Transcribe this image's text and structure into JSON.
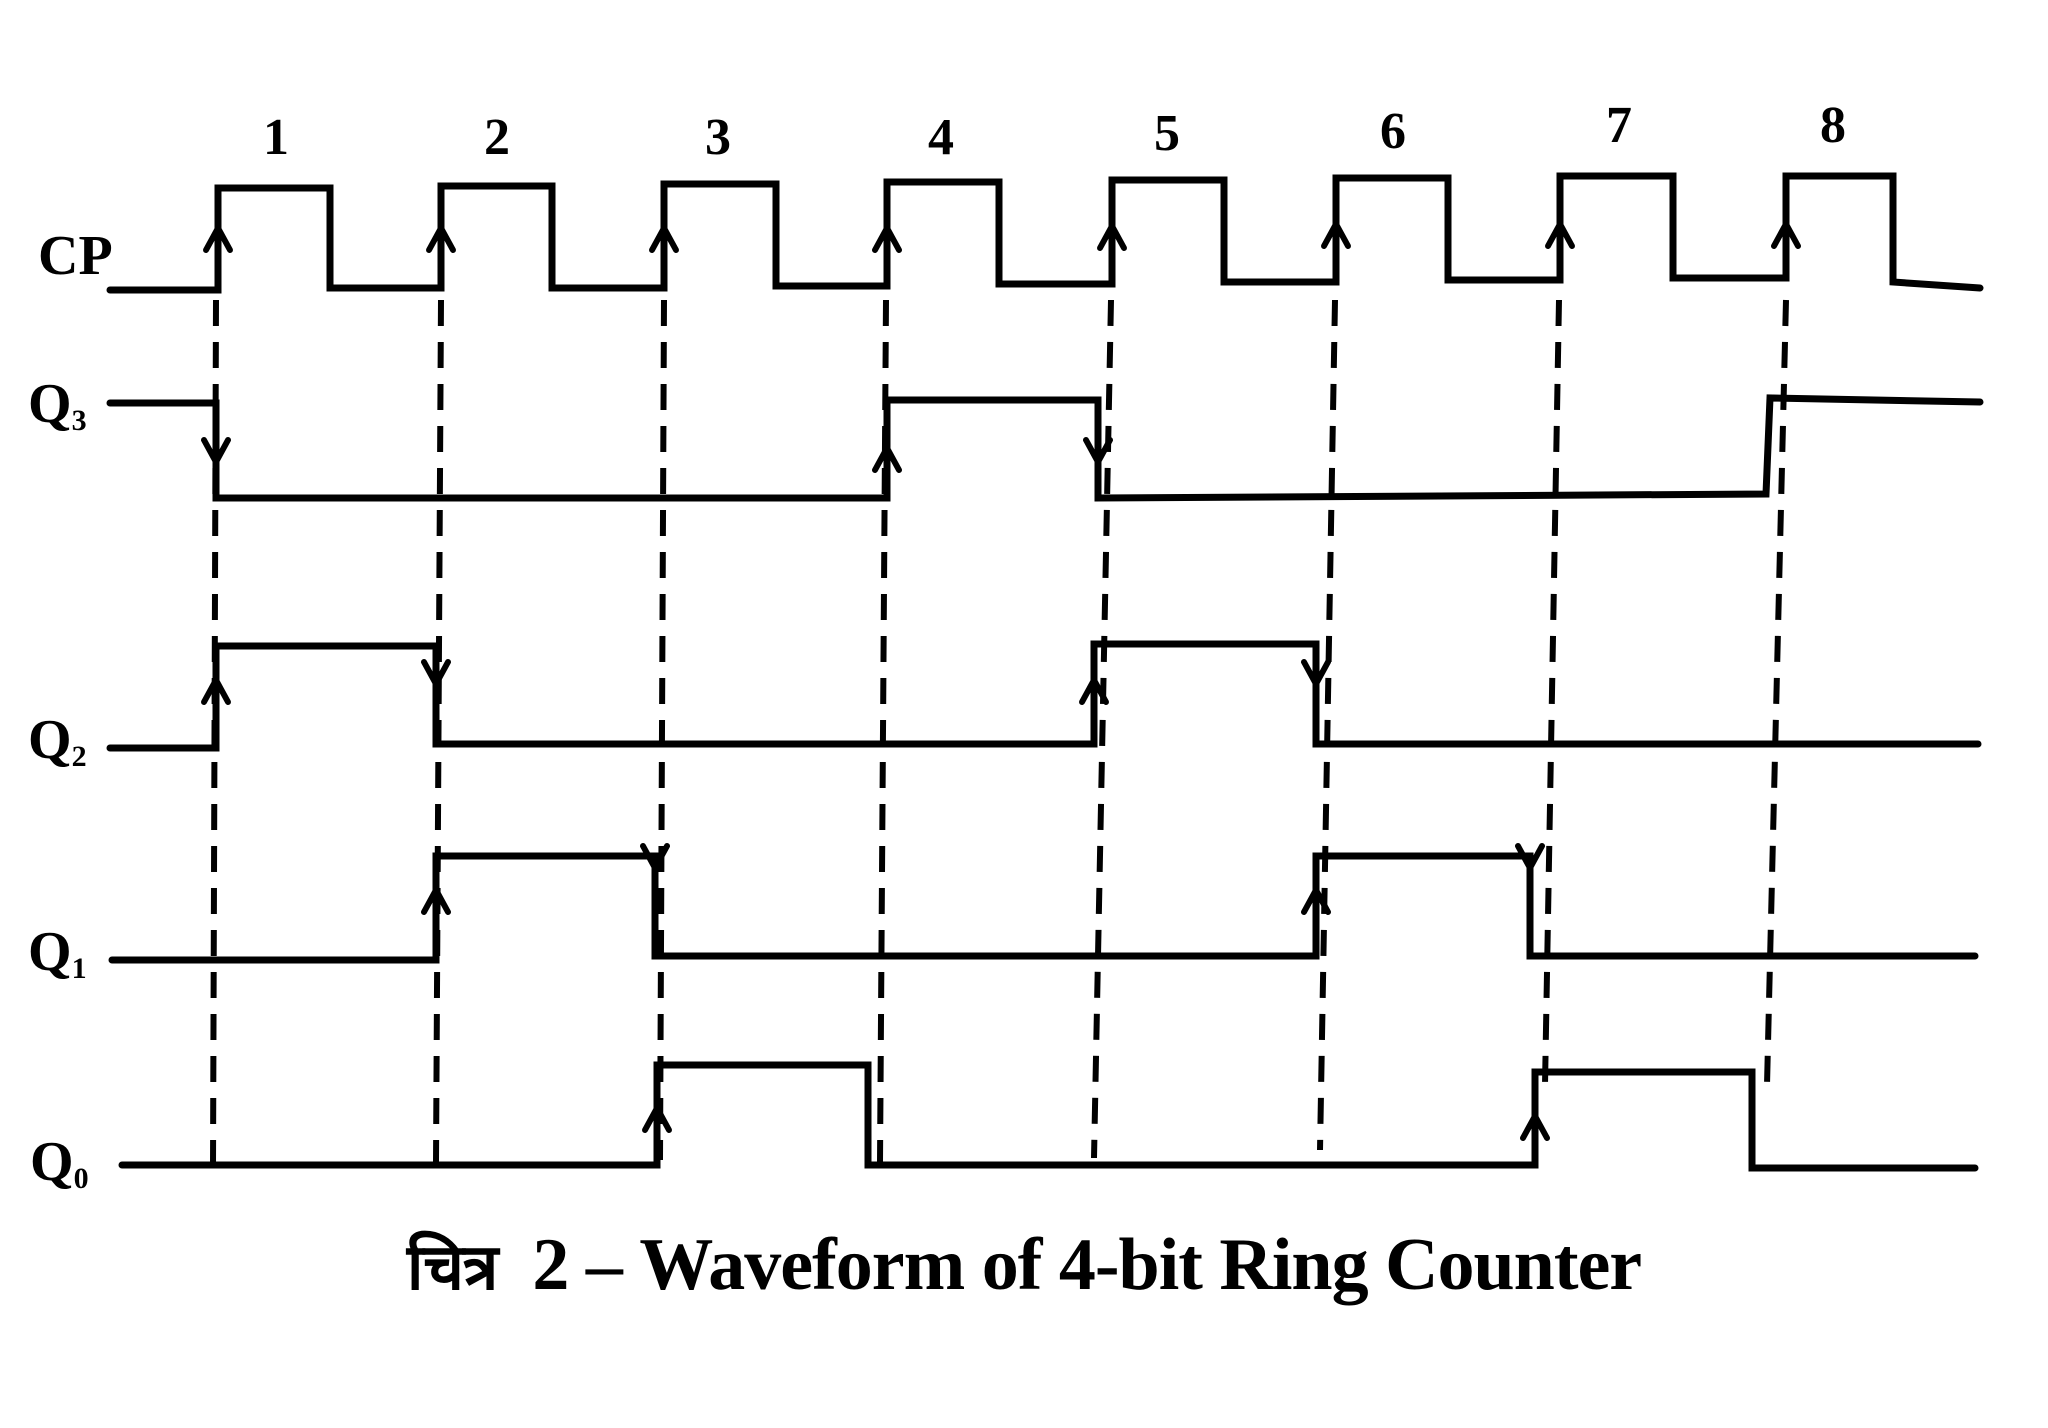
{
  "figure": {
    "caption_prefix": "चित्र",
    "caption_number": "2",
    "caption_separator": "–",
    "caption_text": "Waveform of 4-bit Ring Counter",
    "colors": {
      "ink": "#000000",
      "background": "#ffffff"
    }
  },
  "signals": [
    {
      "id": "CP",
      "label": "CP",
      "sub": ""
    },
    {
      "id": "Q3",
      "label": "Q",
      "sub": "3"
    },
    {
      "id": "Q2",
      "label": "Q",
      "sub": "2"
    },
    {
      "id": "Q1",
      "label": "Q",
      "sub": "1"
    },
    {
      "id": "Q0",
      "label": "Q",
      "sub": "0"
    }
  ],
  "clock_pulses": [
    "1",
    "2",
    "3",
    "4",
    "5",
    "6",
    "7",
    "8"
  ],
  "states_after_pulse": [
    {
      "pulse": "initial",
      "Q3": 1,
      "Q2": 0,
      "Q1": 0,
      "Q0": 0
    },
    {
      "pulse": "1",
      "Q3": 0,
      "Q2": 1,
      "Q1": 0,
      "Q0": 0
    },
    {
      "pulse": "2",
      "Q3": 0,
      "Q2": 0,
      "Q1": 1,
      "Q0": 0
    },
    {
      "pulse": "3",
      "Q3": 0,
      "Q2": 0,
      "Q1": 0,
      "Q0": 1
    },
    {
      "pulse": "4",
      "Q3": 1,
      "Q2": 0,
      "Q1": 0,
      "Q0": 0
    },
    {
      "pulse": "5",
      "Q3": 0,
      "Q2": 1,
      "Q1": 0,
      "Q0": 0
    },
    {
      "pulse": "6",
      "Q3": 0,
      "Q2": 0,
      "Q1": 1,
      "Q0": 0
    },
    {
      "pulse": "7",
      "Q3": 0,
      "Q2": 0,
      "Q1": 0,
      "Q0": 1
    },
    {
      "pulse": "8",
      "Q3": 1,
      "Q2": 0,
      "Q1": 0,
      "Q0": 0
    }
  ]
}
